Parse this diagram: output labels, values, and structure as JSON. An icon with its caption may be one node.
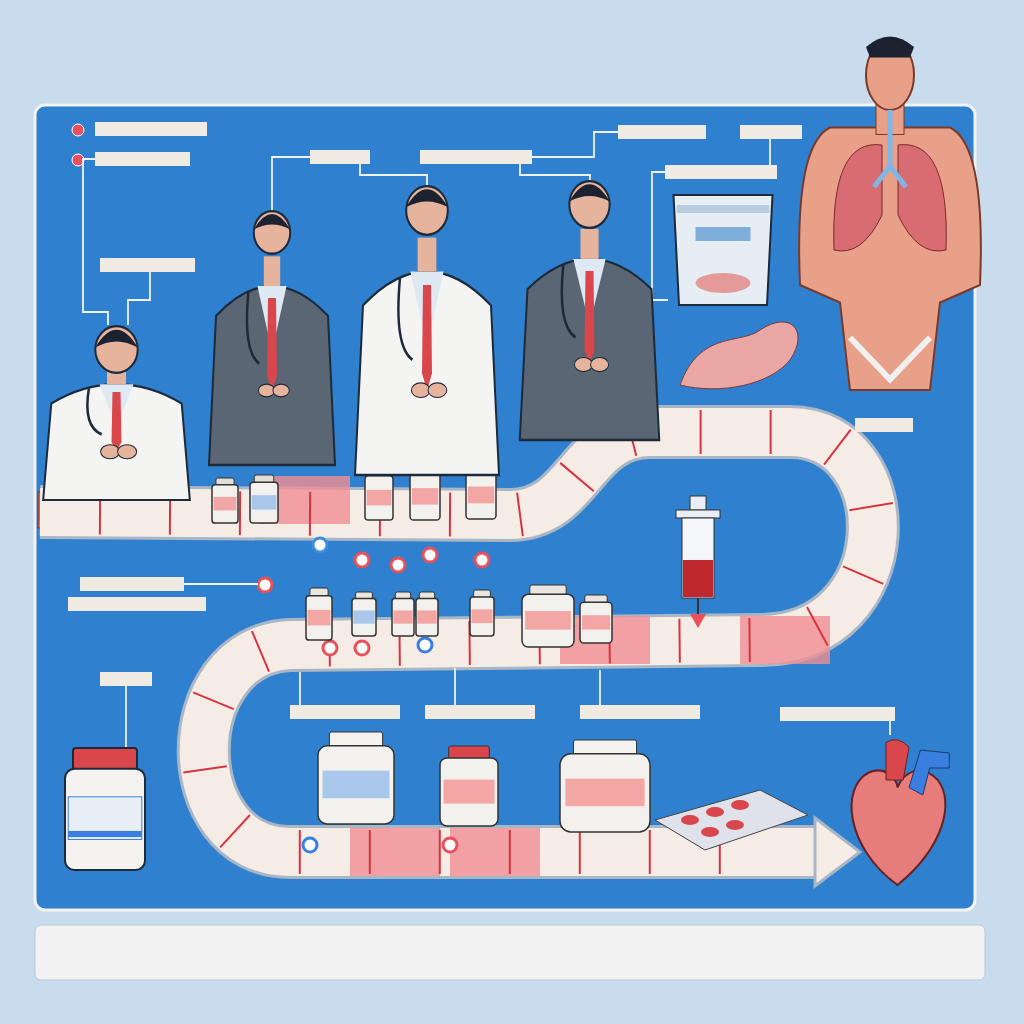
{
  "diagram": {
    "nodes": [
      {
        "text": [],
        "shape": "box"
      },
      {
        "text": [],
        "shape": "box"
      },
      {
        "text": [],
        "shape": "box"
      },
      {
        "text": [],
        "shape": "box"
      },
      {
        "text": [],
        "shape": "box"
      },
      {
        "text": [],
        "shape": "box"
      },
      {
        "text": [],
        "shape": "box"
      },
      {
        "text": [],
        "shape": "box"
      },
      {
        "text": [],
        "shape": "box"
      },
      {
        "text": [],
        "shape": "box"
      },
      {
        "text": [],
        "shape": "box"
      },
      {
        "text": [],
        "shape": "box"
      },
      {
        "text": [],
        "shape": "box"
      },
      {
        "text": [],
        "shape": "box"
      },
      {
        "text": [],
        "shape": "box"
      },
      {
        "text": [],
        "shape": "box"
      },
      {
        "text": [],
        "shape": "picture"
      },
      {
        "text": [],
        "shape": "picture"
      },
      {
        "text": [],
        "shape": "picture"
      },
      {
        "text": [],
        "shape": "picture"
      },
      {
        "text": [],
        "shape": "picture"
      },
      {
        "text": [],
        "shape": "picture"
      },
      {
        "text": [],
        "shape": "picture"
      },
      {
        "text": [],
        "shape": "picture"
      }
    ],
    "edges": [
      {
        "from": 1,
        "to": 16,
        "arrow": "none"
      },
      {
        "from": 7,
        "to": 16,
        "arrow": "none"
      },
      {
        "from": 2,
        "to": 17,
        "arrow": "none"
      },
      {
        "from": 2,
        "to": 18,
        "arrow": "none"
      },
      {
        "from": 3,
        "to": 19,
        "arrow": "none"
      },
      {
        "from": 3,
        "to": 4,
        "arrow": "none"
      },
      {
        "from": 5,
        "to": 6,
        "arrow": "none"
      },
      {
        "from": 6,
        "to": 20,
        "arrow": "none"
      },
      {
        "from": 9,
        "to": null,
        "arrow": "none"
      },
      {
        "from": 11,
        "to": 22,
        "arrow": "none"
      },
      {
        "from": 12,
        "to": null,
        "arrow": "none"
      },
      {
        "from": 13,
        "to": null,
        "arrow": "none"
      },
      {
        "from": 14,
        "to": null,
        "arrow": "none"
      },
      {
        "from": 15,
        "to": 23,
        "arrow": "none"
      }
    ]
  }
}
